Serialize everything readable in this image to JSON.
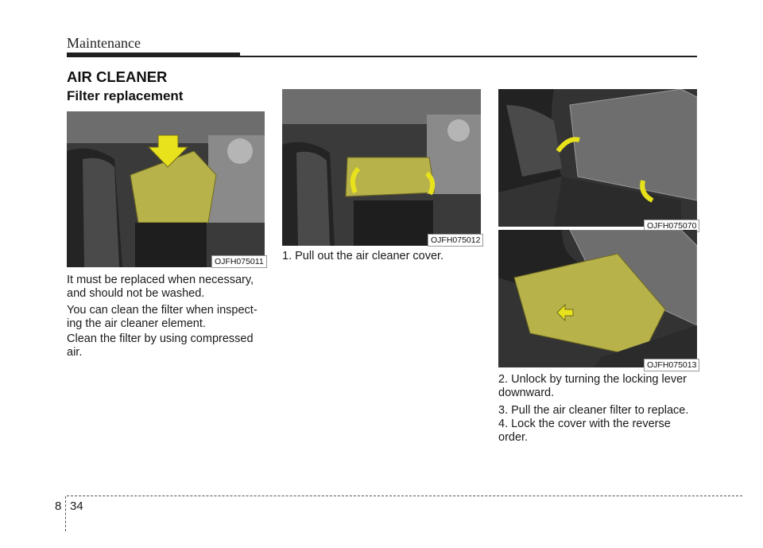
{
  "header": {
    "title": "Maintenance"
  },
  "section": {
    "title": "AIR CLEANER",
    "subtitle": "Filter replacement"
  },
  "photos": {
    "p1": {
      "code": "OJFH075011"
    },
    "p2": {
      "code": "OJFH075012"
    },
    "p3": {
      "code": "OJFH075070"
    },
    "p4": {
      "code": "OJFH075013"
    }
  },
  "col1": {
    "para1": "It must be replaced when necessary, and should not be washed.",
    "para2": "You can clean the filter when inspect-ing the air cleaner element.",
    "para3": "Clean the filter by using compressed air."
  },
  "col2": {
    "step1": "1. Pull out the air cleaner cover."
  },
  "col3": {
    "step2": "2. Unlock by turning the locking lever downward.",
    "step3": "3. Pull the air cleaner filter to replace.",
    "step4": "4. Lock the cover with the reverse order."
  },
  "footer": {
    "chapter": "8",
    "page": "34"
  },
  "colors": {
    "highlight": "#b8b24a",
    "arrow": "#e8e21c"
  }
}
